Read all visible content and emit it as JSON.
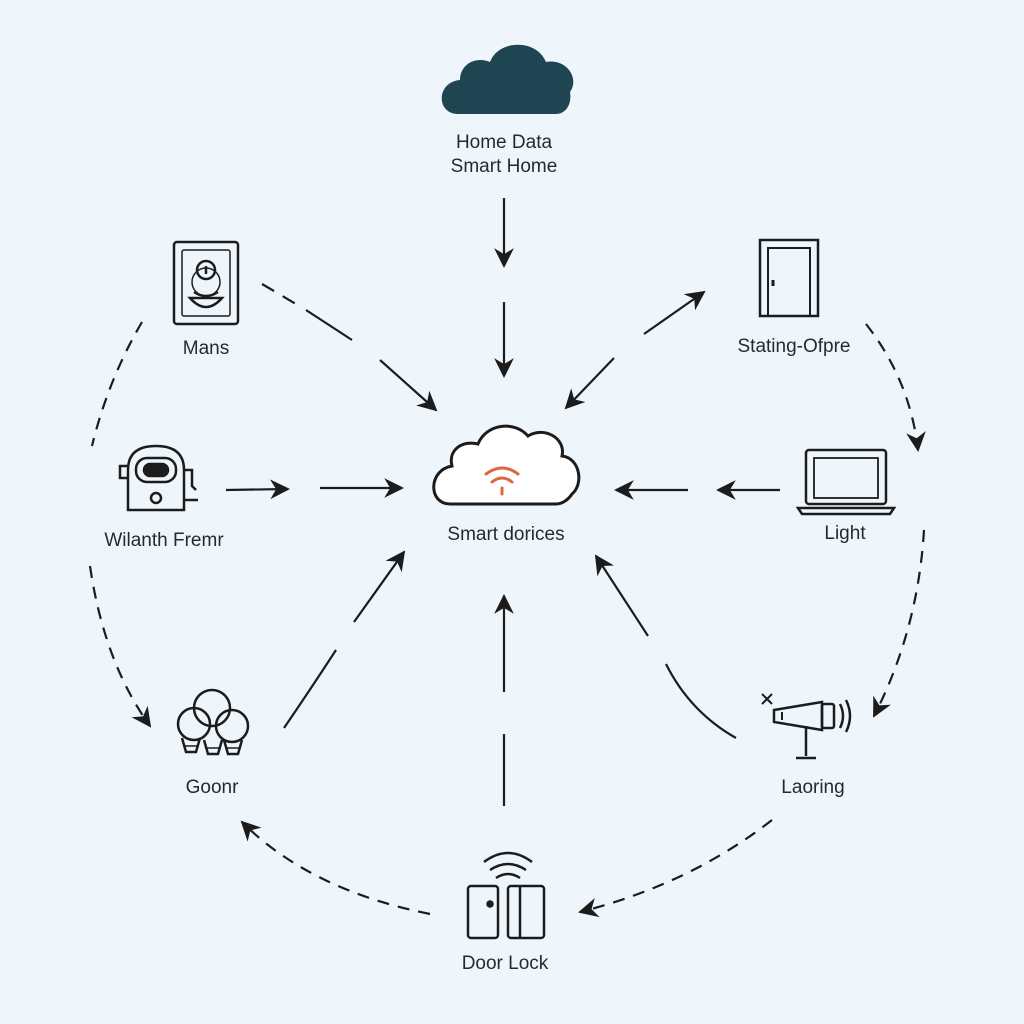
{
  "colors": {
    "background": "#eef6fc",
    "stroke": "#1c1c1c",
    "cloud_dark": "#1f4452",
    "wifi_accent": "#e0643c",
    "text": "#1f2a33"
  },
  "nodes": {
    "top_cloud": {
      "icon": "cloud-icon",
      "label_line1": "Home Data",
      "label_line2": "Smart Home"
    },
    "center_hub": {
      "icon": "cloud-wifi-icon",
      "label": "Smart dorices"
    },
    "mans": {
      "icon": "tablet-device-icon",
      "label": "Mans"
    },
    "stating": {
      "icon": "door-icon",
      "label": "Stating-Ofpre"
    },
    "wilanth": {
      "icon": "robot-camera-icon",
      "label": "Wilanth Fremr"
    },
    "light": {
      "icon": "laptop-icon",
      "label": "Light"
    },
    "goonr": {
      "icon": "light-bulbs-icon",
      "label": "Goonr"
    },
    "laoring": {
      "icon": "megaphone-icon",
      "label": "Laoring"
    },
    "door_lock": {
      "icon": "door-lock-icon",
      "label": "Door Lock"
    }
  }
}
